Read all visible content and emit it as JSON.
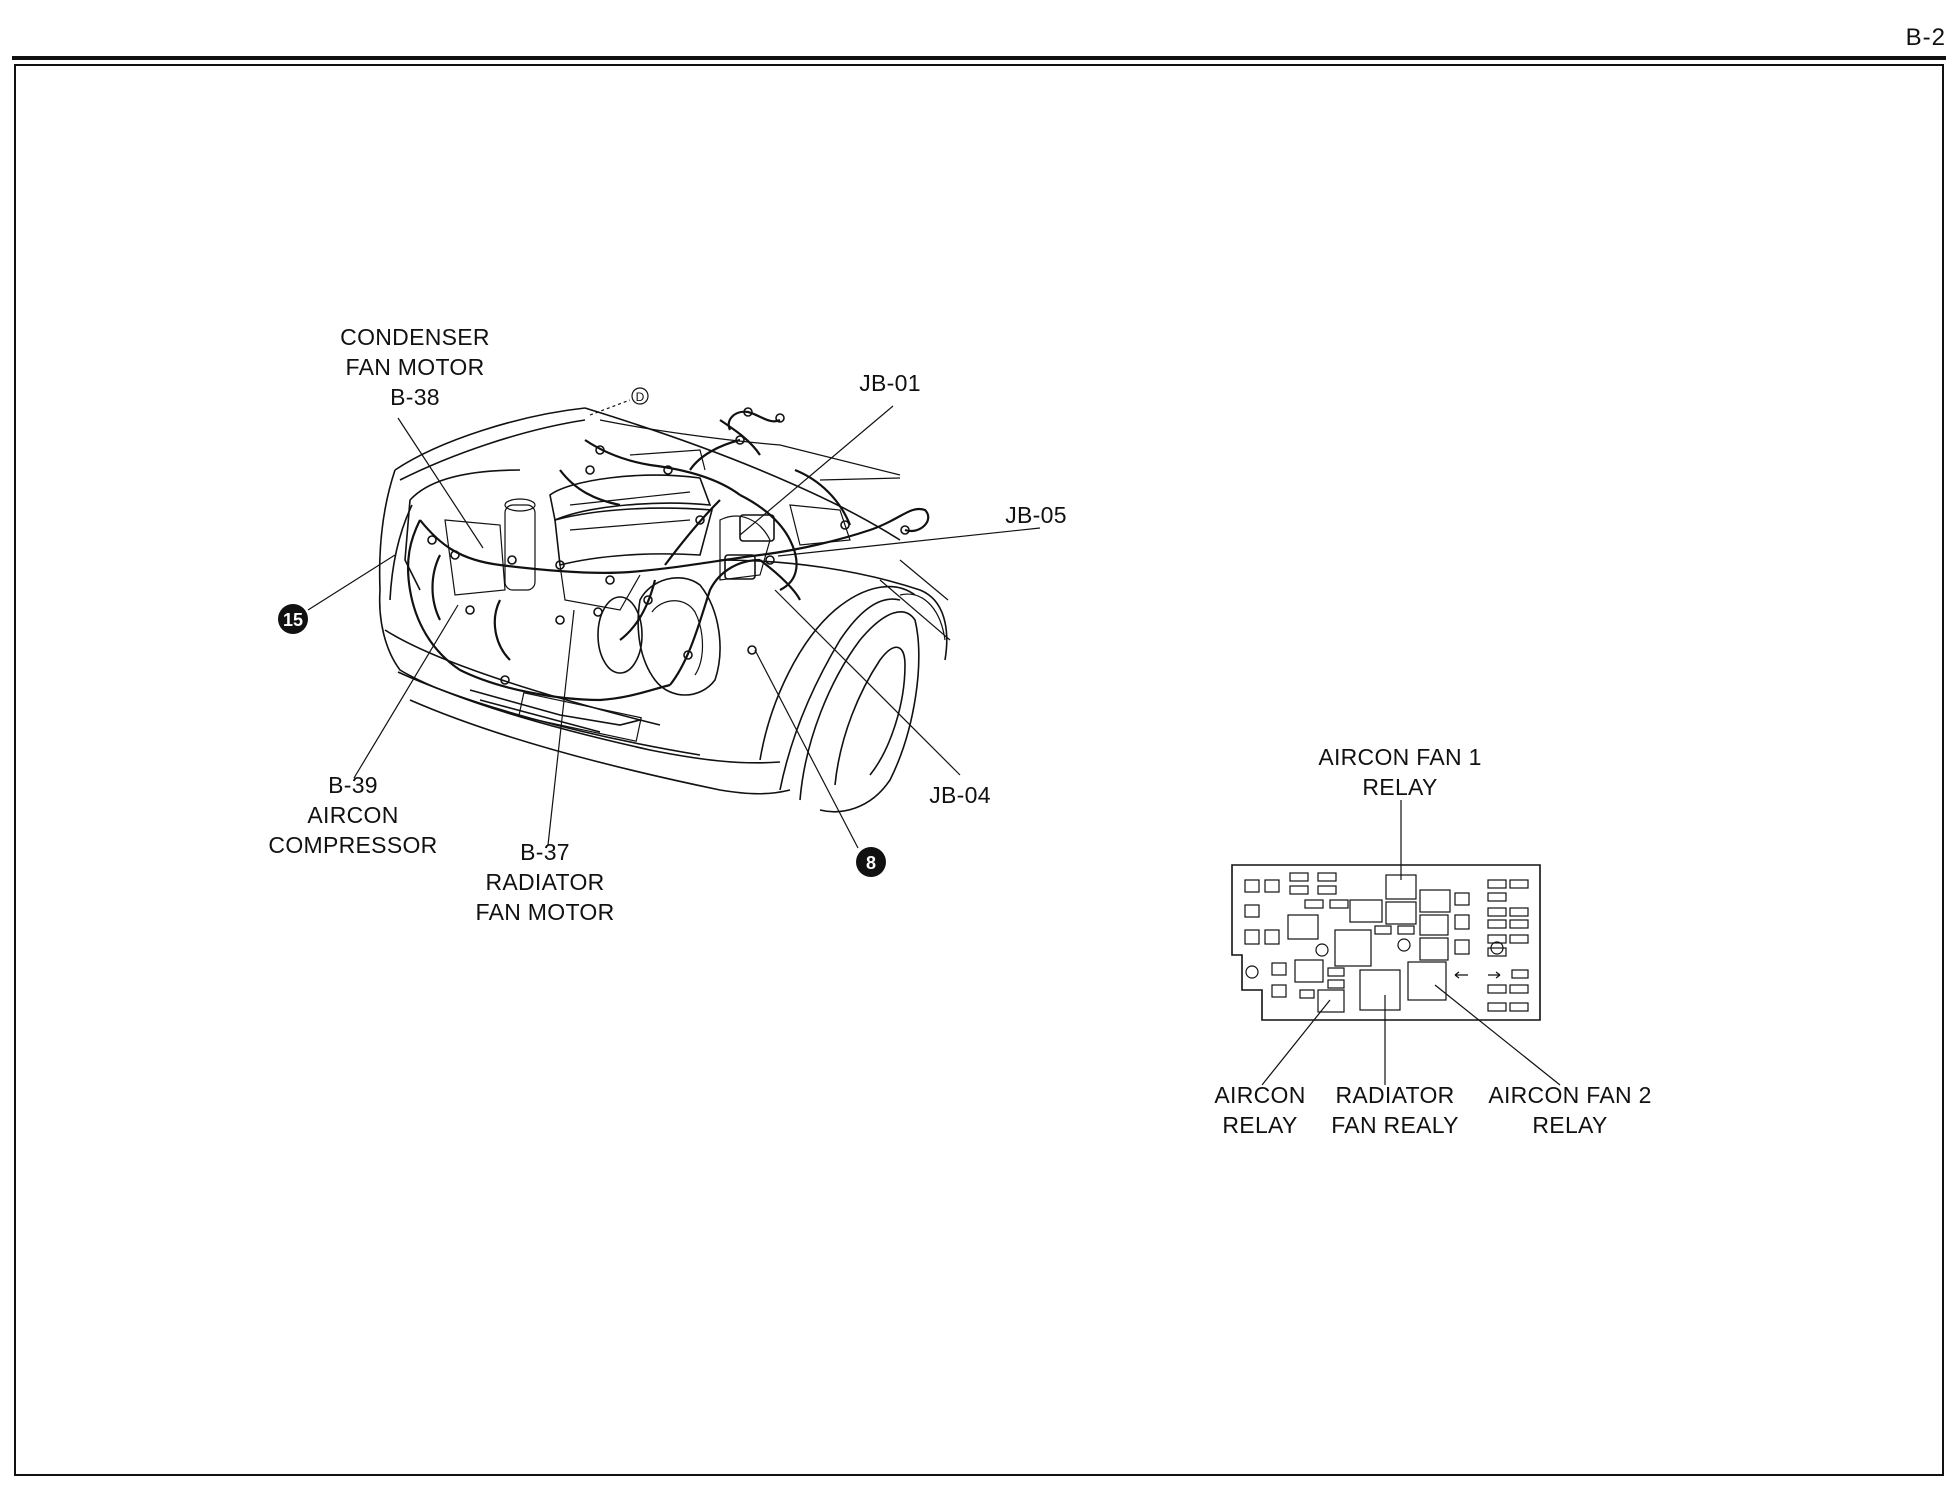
{
  "page_number": "B-2",
  "labels": {
    "b38": [
      "CONDENSER",
      "FAN MOTOR",
      "B-38"
    ],
    "jb01": [
      "JB-01"
    ],
    "jb05": [
      "JB-05"
    ],
    "jb04": [
      "JB-04"
    ],
    "b39": [
      "B-39",
      "AIRCON",
      "COMPRESSOR"
    ],
    "b37": [
      "B-37",
      "RADIATOR",
      "FAN MOTOR"
    ],
    "aircon_fan1_relay": [
      "AIRCON FAN 1",
      "RELAY"
    ],
    "aircon_relay": [
      "AIRCON",
      "RELAY"
    ],
    "radiator_fan_relay": [
      "RADIATOR",
      "FAN REALY"
    ],
    "aircon_fan2_relay": [
      "AIRCON FAN 2",
      "RELAY"
    ]
  },
  "ground_markers": {
    "g15": "15",
    "g8": "8",
    "gD": "D"
  }
}
